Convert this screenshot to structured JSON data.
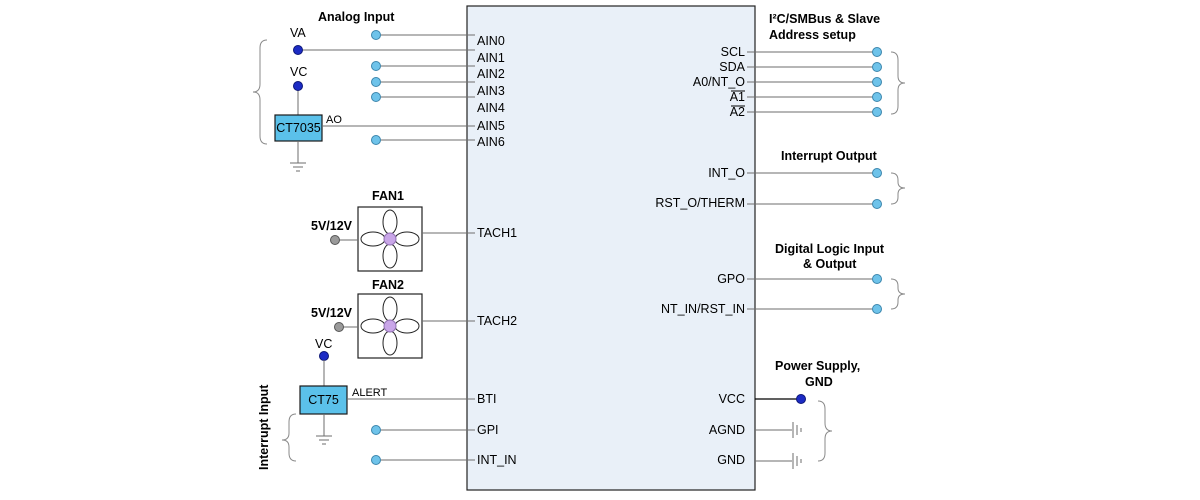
{
  "groups": {
    "analog_input": "Analog Input",
    "i2c_line1": "I²C/SMBus & Slave",
    "i2c_line2": "Address setup",
    "interrupt_output": "Interrupt Output",
    "digital_line1": "Digital Logic Input",
    "digital_line2": "& Output",
    "power_line1": "Power Supply,",
    "power_line2": "GND",
    "interrupt_input": "Interrupt Input"
  },
  "left_pins": {
    "ain0": "AIN0",
    "ain1": "AIN1",
    "ain2": "AIN2",
    "ain3": "AIN3",
    "ain4": "AIN4",
    "ain5": "AIN5",
    "ain6": "AIN6",
    "tach1": "TACH1",
    "tach2": "TACH2",
    "bti": "BTI",
    "gpi": "GPI",
    "int_in": "INT_IN"
  },
  "right_pins": {
    "scl": "SCL",
    "sda": "SDA",
    "a0": "A0/NT_O",
    "a1": "A1",
    "a2": "A2",
    "int_o": "INT_O",
    "rst_o": "RST_O/THERM",
    "gpo": "GPO",
    "nt_in": "NT_IN/RST_IN",
    "vcc": "VCC",
    "agnd": "AGND",
    "gnd": "GND"
  },
  "components": {
    "va": "VA",
    "vc_top": "VC",
    "ct7035": "CT7035",
    "ao": "AO",
    "fan1": "FAN1",
    "fan2": "FAN2",
    "fan1_supply": "5V/12V",
    "fan2_supply": "5V/12V",
    "vc_bottom": "VC",
    "ct75": "CT75",
    "alert": "ALERT"
  },
  "colors": {
    "pin_dot": "#6ec3ea",
    "supply_dot": "#1c2bc4",
    "fan_supply_dot": "#9a9a9a",
    "device_fill": "#5bc1ea",
    "chip_fill": "#e9f0f8",
    "fan_hub": "#c9a6e8"
  }
}
